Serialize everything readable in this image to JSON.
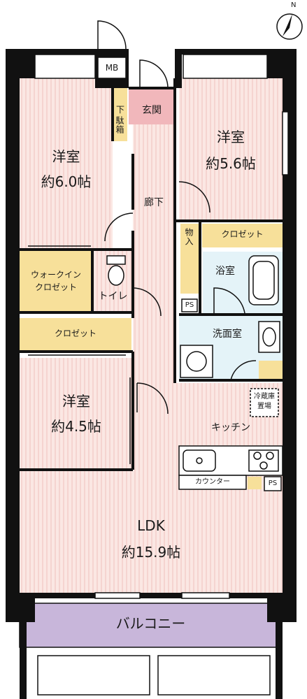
{
  "north": "N",
  "mb": "MB",
  "rooms": {
    "genkan": "玄関",
    "geta_line1": "下",
    "geta_line2": "駄箱",
    "yoshitsu_a_name": "洋室",
    "yoshitsu_a_size": "約6.0帖",
    "yoshitsu_b_name": "洋室",
    "yoshitsu_b_size": "約5.6帖",
    "yoshitsu_c_name": "洋室",
    "yoshitsu_c_size": "約4.5帖",
    "roka": "廊下",
    "monoire": "物入",
    "closet_b": "クロゼット",
    "walkin_line1": "ウォークイン",
    "walkin_line2": "クロゼット",
    "toilet": "トイレ",
    "yokushitsu": "浴室",
    "ps_upper": "PS",
    "closet_c": "クロゼット",
    "senmenshitsu": "洗面室",
    "reizoko_line1": "冷蔵庫",
    "reizoko_line2": "置場",
    "kitchen": "キッチン",
    "counter": "カウンター",
    "ps_lower": "PS",
    "ldk_name": "LDK",
    "ldk_size": "約15.9帖",
    "balcony": "バルコニー"
  },
  "colors": {
    "floor": "#fbe7e3",
    "floor_stripe": "#efc2bd",
    "wall": "#111111",
    "storage": "#f7e09a",
    "entrance": "#f1b7bb",
    "wet": "#e4f3f8",
    "balcony": "#c8b6da",
    "window": "#ffffff"
  }
}
